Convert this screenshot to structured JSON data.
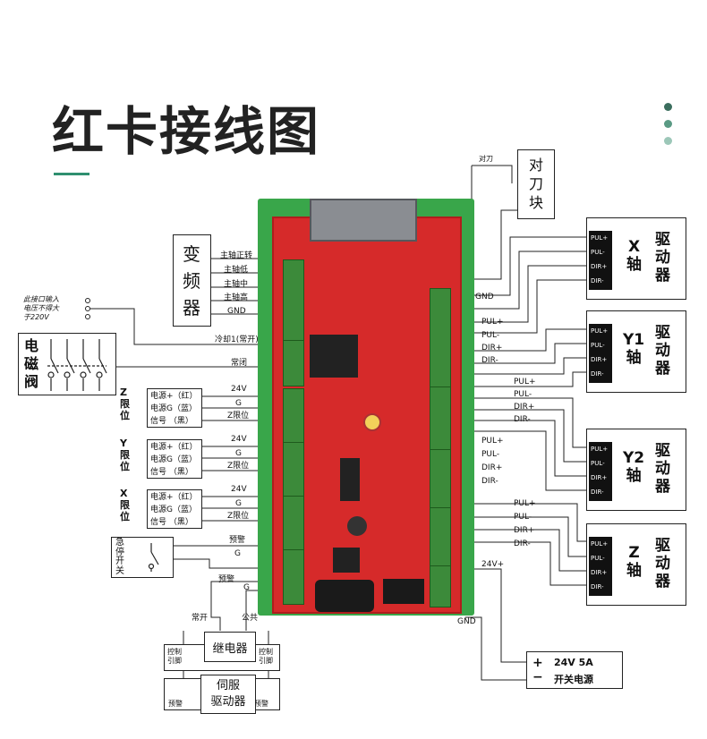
{
  "title": "红卡接线图",
  "colors": {
    "accent": "#2f8f6f",
    "dot1": "#3b6e5e",
    "dot2": "#5a9a84",
    "dot3": "#9cc7b8",
    "board": "#d62a2a",
    "terminal": "#3c8a3a",
    "rail": "#39a64a"
  },
  "tool_setter": {
    "label_top": "对刀",
    "box": [
      "对",
      "刀",
      "块"
    ]
  },
  "inverter": {
    "box": [
      "变",
      "频",
      "器"
    ],
    "signals": [
      "主轴正转",
      "主轴低",
      "主轴中",
      "主轴高",
      "GND"
    ]
  },
  "note": [
    "此接口输入",
    "电压不得大",
    "于220V"
  ],
  "solenoid": {
    "box": [
      "电",
      "磁",
      "阀"
    ]
  },
  "cooling": {
    "label": "冷却1(常开)",
    "nc": "常闭"
  },
  "limits": [
    {
      "axis": [
        "Z",
        "限",
        "位"
      ],
      "rows": [
        "电源+（红）",
        "电源G（蓝）",
        "信号 （黑）"
      ],
      "wires": [
        "24V",
        "G",
        "Z限位"
      ]
    },
    {
      "axis": [
        "Y",
        "限",
        "位"
      ],
      "rows": [
        "电源+（红）",
        "电源G（蓝）",
        "信号 （黑）"
      ],
      "wires": [
        "24V",
        "G",
        "Z限位"
      ]
    },
    {
      "axis": [
        "X",
        "限",
        "位"
      ],
      "rows": [
        "电源+（红）",
        "电源G（蓝）",
        "信号 （黑）"
      ],
      "wires": [
        "24V",
        "G",
        "Z限位"
      ]
    }
  ],
  "estop": {
    "box": [
      "急",
      "停",
      "开",
      "关"
    ],
    "wires": [
      "预警",
      "G"
    ]
  },
  "relay": {
    "label": "继电器",
    "left": [
      "控制",
      "引脚"
    ],
    "right": [
      "控制",
      "引脚"
    ],
    "top_left": "常开",
    "top_right": "公共",
    "warn": "预警",
    "g": "G"
  },
  "servo": {
    "label": [
      "伺服",
      "驱动器"
    ],
    "left": "预警",
    "right": "预警"
  },
  "gnd_label": "GND",
  "drivers": [
    {
      "axis": "X",
      "axis2": "轴",
      "name": [
        "驱",
        "动",
        "器"
      ],
      "pins": [
        "PUL+",
        "PUL-",
        "DIR+",
        "DIR-"
      ]
    },
    {
      "axis": "Y1",
      "axis2": "轴",
      "name": [
        "驱",
        "动",
        "器"
      ],
      "pins": [
        "PUL+",
        "PUL-",
        "DIR+",
        "DIR-"
      ]
    },
    {
      "axis": "Y2",
      "axis2": "轴",
      "name": [
        "驱",
        "动",
        "器"
      ],
      "pins": [
        "PUL+",
        "PUL-",
        "DIR+",
        "DIR-"
      ]
    },
    {
      "axis": "Z",
      "axis2": "轴",
      "name": [
        "驱",
        "动",
        "器"
      ],
      "pins": [
        "PUL+",
        "PUL-",
        "DIR+",
        "DIR-"
      ]
    }
  ],
  "board_wires": {
    "x": [
      "PUL+",
      "PUL-",
      "DIR+",
      "DIR-"
    ],
    "y1": [
      "PUL+",
      "PUL-",
      "DIR+",
      "DIR-"
    ],
    "y2": [
      "PUL+",
      "PUL-",
      "DIR+",
      "DIR-"
    ],
    "z": [
      "PUL+",
      "PUL-",
      "DIR+",
      "DIR-"
    ]
  },
  "power_in": "24V+",
  "power_gnd": "GND",
  "psu": {
    "plus": "+",
    "minus": "−",
    "line1": "24V 5A",
    "line2": "开关电源"
  }
}
